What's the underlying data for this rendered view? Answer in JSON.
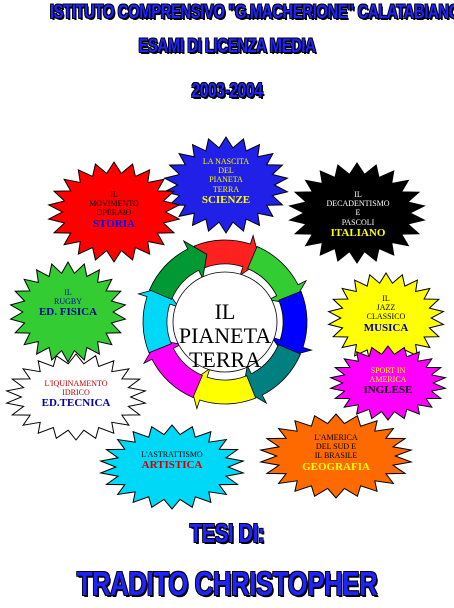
{
  "header": {
    "line1": "ISTITUTO COMPRENSIVO \"G.MACHERIONE\" CALATABIANO",
    "line2": "ESAMI DI LICENZA MEDIA",
    "line3": "2003-2004"
  },
  "center": {
    "word1": "IL",
    "word2": "PIANETA",
    "word3": "TERRA"
  },
  "subjects": [
    {
      "lines": [
        "LA NASCITA",
        "DEL",
        "PIANETA",
        "TERRA"
      ],
      "subject": "SCIENZE",
      "fill": "#2020e8",
      "text": "#ffff00",
      "subject_color": "#ffff00"
    },
    {
      "lines": [
        "IL",
        "DECADENTISMO",
        "E",
        "PASCOLI"
      ],
      "subject": "ITALIANO",
      "fill": "#000000",
      "text": "#ffffff",
      "subject_color": "#ffff00"
    },
    {
      "lines": [
        "IL",
        "JAZZ",
        "CLASSICO"
      ],
      "subject": "MUSICA",
      "fill": "#ffff00",
      "text": "#000000",
      "subject_color": "#0000a0"
    },
    {
      "lines": [
        "SPORT IN",
        "AMERICA"
      ],
      "subject": "INGLESE",
      "fill": "#ff00ff",
      "text": "#ffff00",
      "subject_color": "#000000"
    },
    {
      "lines": [
        "L'AMERICA",
        "DEL SUD E",
        "IL BRASILE"
      ],
      "subject": "GEOGRAFIA",
      "fill": "#ff6a00",
      "text": "#000000",
      "subject_color": "#ffff00"
    },
    {
      "lines": [
        "L'ASTRATTISMO"
      ],
      "subject": "ARTISTICA",
      "fill": "#00d8f8",
      "text": "#000000",
      "subject_color": "#d00000"
    },
    {
      "lines": [
        "L'IQUINAMENTO",
        "IDRICO"
      ],
      "subject": "ED.TECNICA",
      "fill": "#ffffff",
      "text": "#c00000",
      "subject_color": "#0000a0"
    },
    {
      "lines": [
        "IL",
        "RUGBY"
      ],
      "subject": "ED. FISICA",
      "fill": "#33cc33",
      "text": "#0000a0",
      "subject_color": "#0000a0"
    },
    {
      "lines": [
        "IL",
        "MOVIMENTO",
        "OPERAIO"
      ],
      "subject": "STORIA",
      "fill": "#ff0000",
      "text": "#000000",
      "subject_color": "#0000ff"
    }
  ],
  "footer": {
    "line1": "TESI DI:",
    "line2": "TRADITO CHRISTOPHER"
  },
  "colors": {
    "title": "#1f23ff",
    "arrows": [
      "#ff2020",
      "#33cc33",
      "#0000ff",
      "#008080",
      "#ffff00",
      "#ff00ff",
      "#00d8f8",
      "#009933"
    ]
  }
}
